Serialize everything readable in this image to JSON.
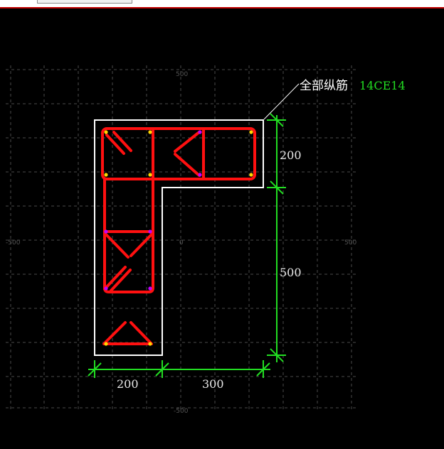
{
  "grid_labels": {
    "top": "500",
    "left": "-500",
    "center": "0",
    "right": "500",
    "bottom": "-500"
  },
  "callout": {
    "label": "全部纵筋",
    "spec": "14CE14"
  },
  "dimensions": {
    "flange_height": "200",
    "web_height": "500",
    "web_width": "200",
    "flange_extension": "300"
  },
  "colors": {
    "background": "#000000",
    "outline": "#ffffff",
    "rebar": "#ff1010",
    "dimension": "#22dd22",
    "bar_yellow": "#ffd700",
    "bar_magenta": "#c000ff"
  }
}
